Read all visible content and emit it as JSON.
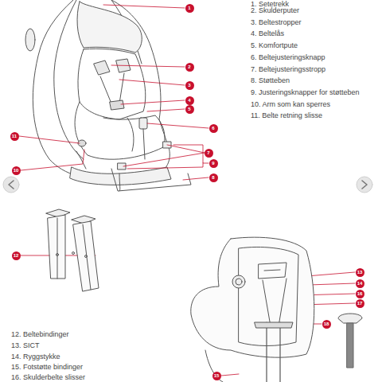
{
  "diagram": {
    "labels": [
      "1. Setetrekk",
      "2. Skulderputer",
      "3. Beltestropper",
      "4. Beltelås",
      "5. Komfortpute",
      "6. Beltejusteringsknapp",
      "7. Beltejusteringsstropp",
      "8. Støtteben",
      "9. Justeringsknapper for støtteben",
      "10. Arm som kan sperres",
      "11. Belte retning slisse",
      "12.  Beltebindinger",
      "13.  SICT",
      "14.  Ryggstykke",
      "15.  Fotstøtte bindinger",
      "16.  Skulderbelte slisser",
      "1",
      "2",
      "3",
      "4",
      "5",
      "6",
      "7",
      "9",
      "8",
      "11",
      "10",
      "12",
      "13",
      "14",
      "16",
      "17",
      "18",
      "15"
    ]
  }
}
